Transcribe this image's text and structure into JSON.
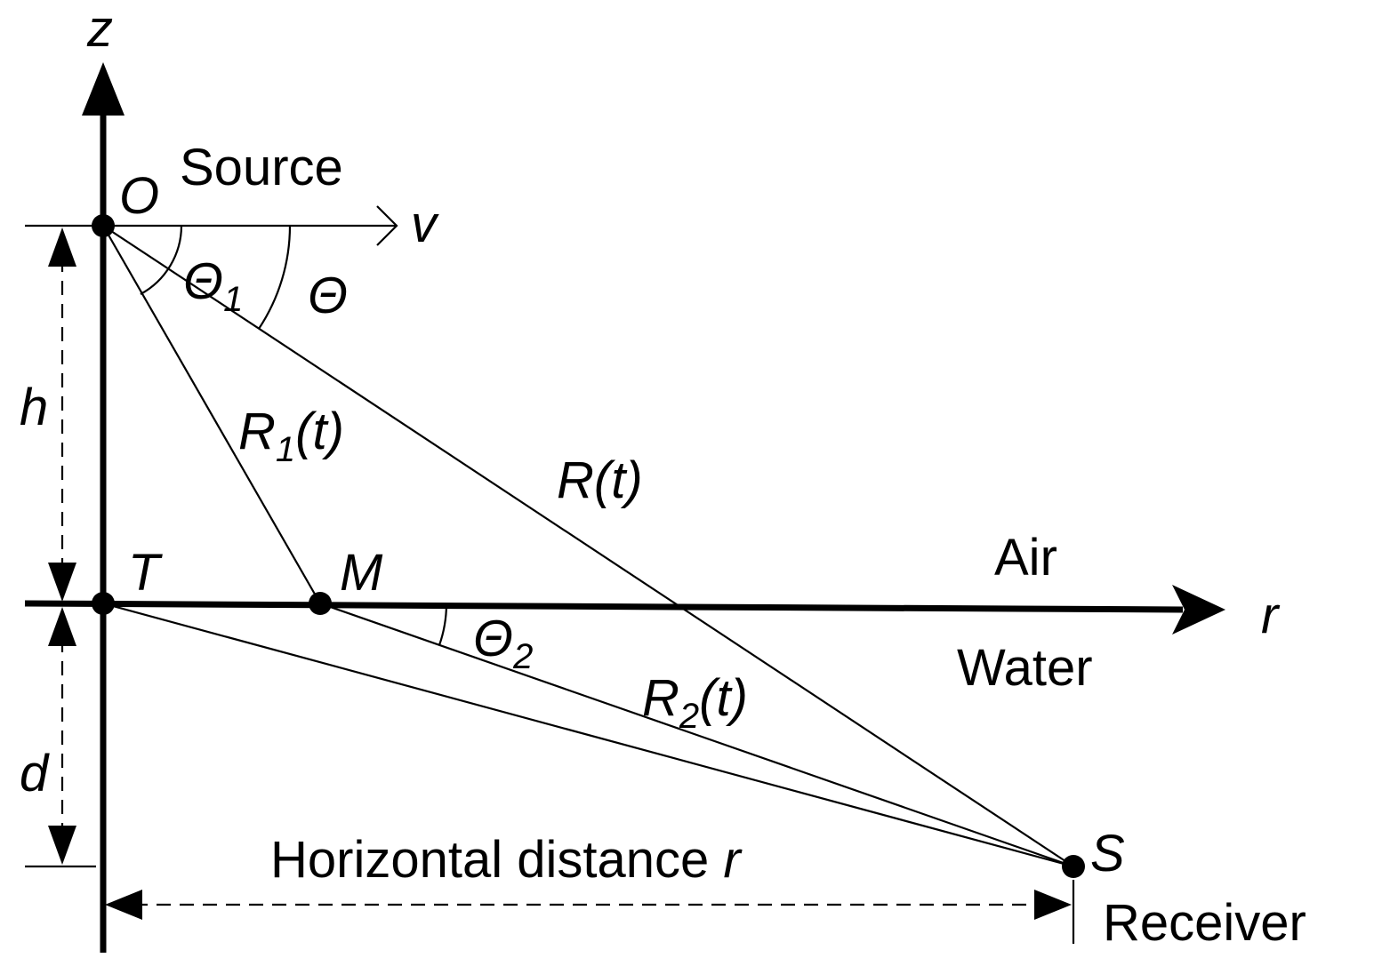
{
  "labels": {
    "z_axis": "z",
    "origin": "O",
    "source": "Source",
    "velocity": "v",
    "theta1_base": "Θ",
    "theta1_sub": "1",
    "theta": "Θ",
    "h": "h",
    "r1_base": "R",
    "r1_sub": "1",
    "r1_tail": "(t)",
    "r": "R(t)",
    "t_point": "T",
    "m_point": "M",
    "air": "Air",
    "r_axis": "r",
    "water": "Water",
    "theta2_base": "Θ",
    "theta2_sub": "2",
    "r2_base": "R",
    "r2_sub": "2",
    "r2_tail": "(t)",
    "d": "d",
    "horizontal_text": "Horizontal distance ",
    "horizontal_r": "r",
    "s_point": "S",
    "receiver": "Receiver"
  }
}
